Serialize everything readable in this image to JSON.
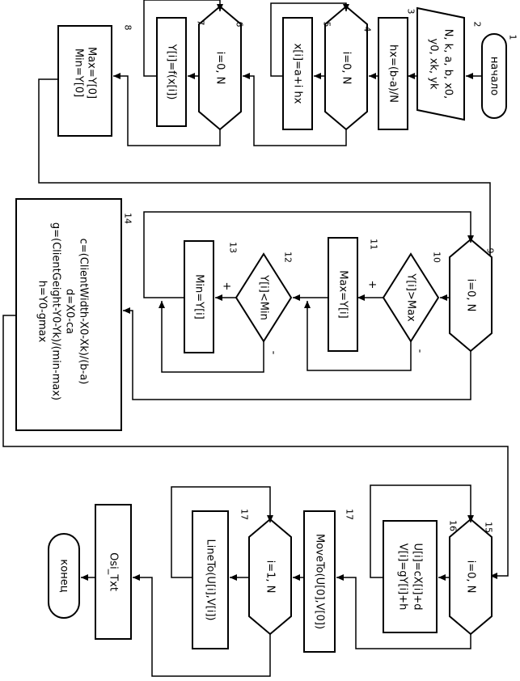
{
  "blocks": {
    "start": "начало",
    "input": [
      "N, k, a, b, x0,",
      "y0, xk, yk"
    ],
    "hx": "hx=(b-a)/N",
    "loop5": "i=0, N",
    "xi": "x[i]=a+i hx",
    "loop6": "i=0, N",
    "yi": "Y[i]=f(x[i])",
    "maxmin": [
      "Max=Y[0]",
      "Min=Y[0]"
    ],
    "loop9": "i=0, N",
    "cond10": "Y[i]>Max",
    "setmax": "Max=Y[i]",
    "cond12": "Y[i]<Min",
    "setmin": "Min=Y[i]",
    "calc14": [
      "c=(ClientWidth-X0-Xk)/(b-a)",
      "d=X0-ca",
      "g=(ClientGeight-Y0-Yk)/(min-max)",
      "h=Y0-gmax"
    ],
    "loop15": "i=0, N",
    "uv": [
      "U[i]=cX[i]+d",
      "V[i]=gY[i]+h"
    ],
    "moveto": "MoveTo(U[0],V[0])",
    "loop17": "i=1, N",
    "lineto": "LineTo(U[i],V[i])",
    "axes": "Osi_Txt",
    "end": "конец"
  },
  "numbers": [
    "1",
    "2",
    "3",
    "4",
    "5",
    "6",
    "7",
    "8",
    "9",
    "10",
    "11",
    "12",
    "13",
    "14",
    "15",
    "16",
    "17",
    "17"
  ],
  "signs": {
    "plus": "+",
    "minus": "-"
  }
}
